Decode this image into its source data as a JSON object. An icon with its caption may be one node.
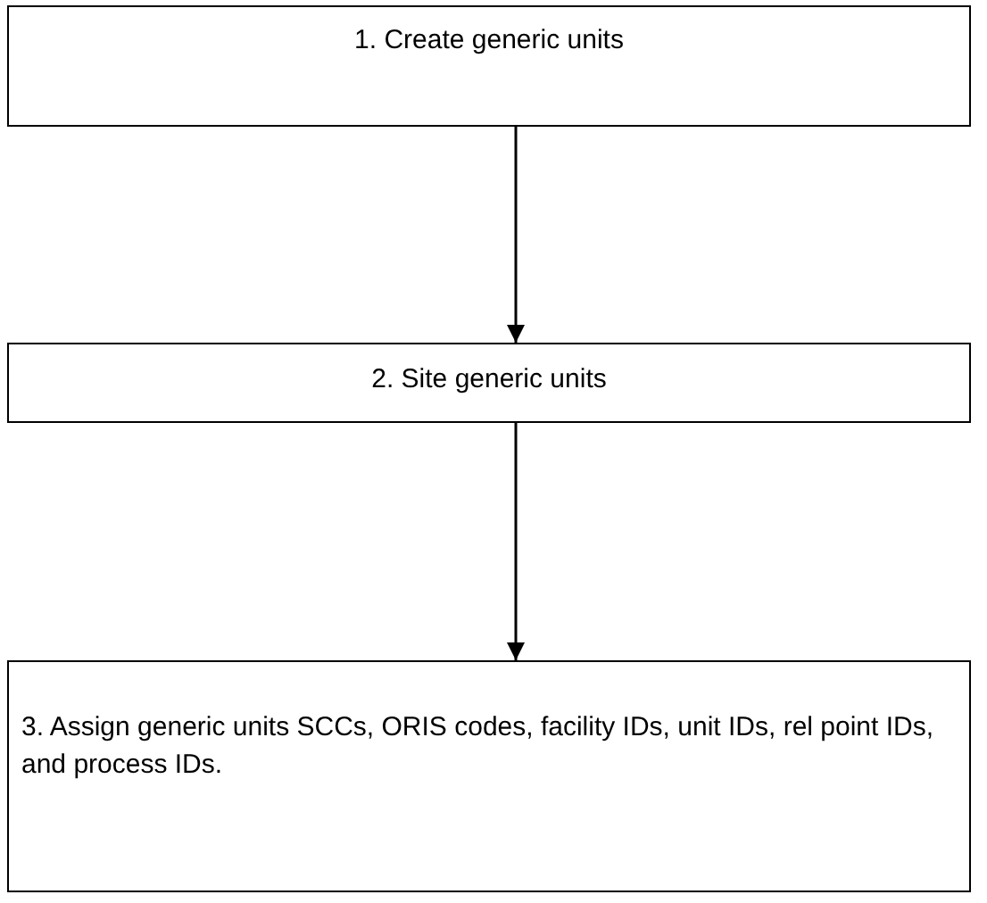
{
  "diagram": {
    "nodes": [
      {
        "text": [
          "1. Create generic units"
        ]
      },
      {
        "text": [
          "2. Site generic units"
        ]
      },
      {
        "text": [
          "3. Assign generic units SCCs, ORIS codes, facility IDs, unit IDs, rel point IDs, and process IDs."
        ]
      }
    ],
    "edges": [
      {
        "from": 0,
        "to": 1,
        "arrow": "to"
      },
      {
        "from": 1,
        "to": 2,
        "arrow": "to"
      }
    ]
  }
}
